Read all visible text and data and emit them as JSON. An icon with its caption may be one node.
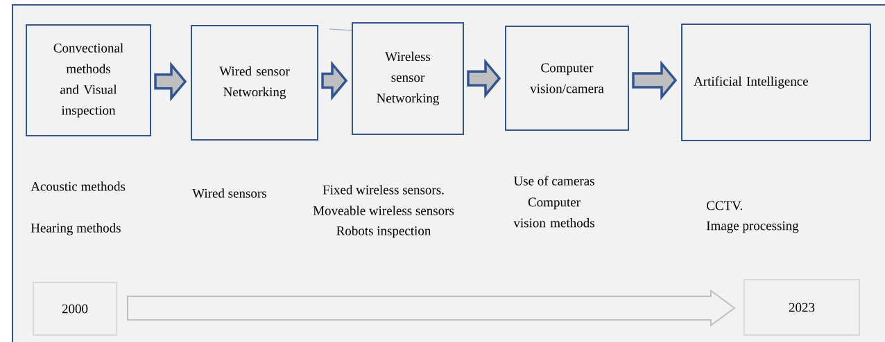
{
  "diagram": {
    "nodes": [
      {
        "text": [
          "Convectional methods and Visual inspection"
        ]
      },
      {
        "text": [
          "Wired sensor Networking"
        ]
      },
      {
        "text": [
          "Wireless sensor Networking"
        ]
      },
      {
        "text": [
          "Computer vision/camera"
        ]
      },
      {
        "text": [
          "Artificial Intelligence"
        ]
      },
      {
        "text": [
          "2000"
        ]
      },
      {
        "text": [
          "2023"
        ]
      }
    ],
    "edges": [
      {
        "from": 0,
        "to": 1,
        "arrow": "to"
      },
      {
        "from": 1,
        "to": 2,
        "arrow": "to"
      },
      {
        "from": 2,
        "to": 3,
        "arrow": "to"
      },
      {
        "from": 3,
        "to": 4,
        "arrow": "to"
      },
      {
        "from": 5,
        "to": 6,
        "arrow": "to",
        "color": "#bfbfbf"
      }
    ],
    "labels": [
      "Acoustic methods",
      "Hearing methods",
      "Wired sensors",
      "Fixed wireless sensors.",
      "Moveable wireless sensors",
      "Robots inspection",
      "Use of cameras",
      "Computer vision methods",
      "CCTV.",
      "Image processing"
    ]
  }
}
